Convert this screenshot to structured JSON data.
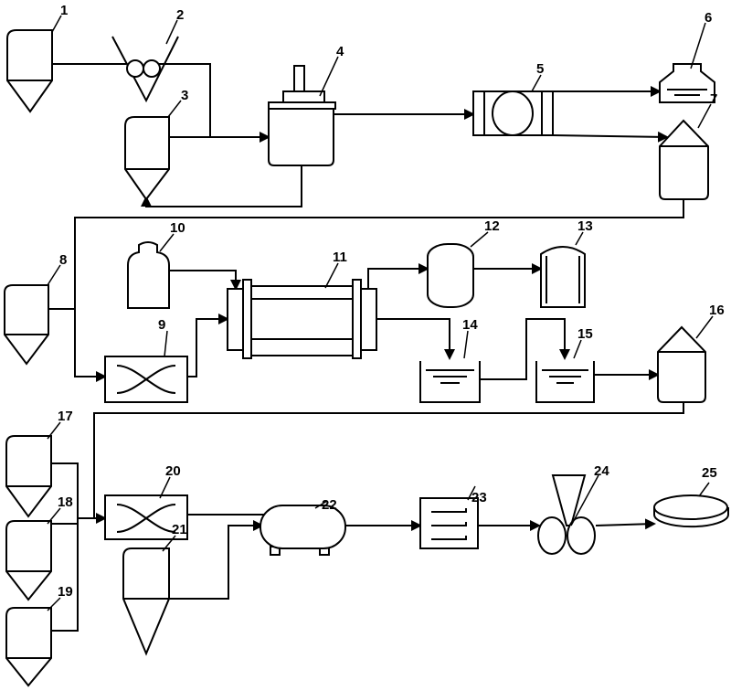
{
  "diagram": {
    "labels": [
      "1",
      "2",
      "3",
      "4",
      "5",
      "6",
      "7",
      "8",
      "9",
      "10",
      "11",
      "12",
      "13",
      "14",
      "15",
      "16",
      "17",
      "18",
      "19",
      "20",
      "21",
      "22",
      "23",
      "24",
      "25"
    ],
    "line_color": "#000000",
    "background": "#ffffff"
  }
}
